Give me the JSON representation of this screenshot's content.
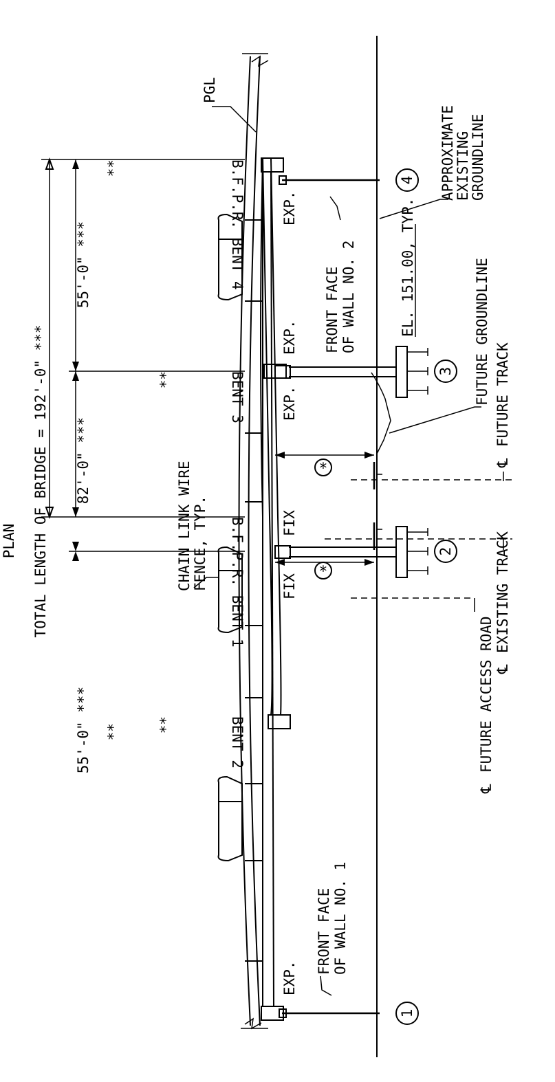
{
  "partial_title": "PLAN",
  "total_length": "TOTAL LENGTH OF BRIDGE = 192'-0\" ***",
  "spans": [
    "55'-0\" ***",
    "82'-0\" ***",
    "55'-0\" ***"
  ],
  "bents": [
    "B.F.P.R. BENT 1",
    "BENT 2",
    "BENT 3",
    "B.F.P.R. BENT 4"
  ],
  "bent_marks": [
    "**",
    "**",
    "**",
    "**"
  ],
  "bearings": {
    "exp": "EXP.",
    "fix": "FIX"
  },
  "labels": {
    "pgl": "PGL",
    "chain_link_1": "CHAIN LINK WIRE",
    "chain_link_2": "FENCE, TYP.",
    "wall1_1": "FRONT FACE",
    "wall1_2": "OF WALL NO. 1",
    "wall2_1": "FRONT FACE",
    "wall2_2": "OF WALL NO. 2",
    "elevation": "EL. 151.00, TYP.",
    "future_groundline": "FUTURE GROUNDLINE",
    "approx_1": "APPROXIMATE",
    "approx_2": "EXISTING",
    "approx_3": "GROUNDLINE",
    "future_track": "FUTURE TRACK",
    "existing_track": "EXISTING TRACK",
    "future_access_road": "FUTURE ACCESS ROAD",
    "cl_symbol": "℄",
    "star": "*"
  },
  "bent_numbers": [
    "1",
    "2",
    "3",
    "4"
  ]
}
